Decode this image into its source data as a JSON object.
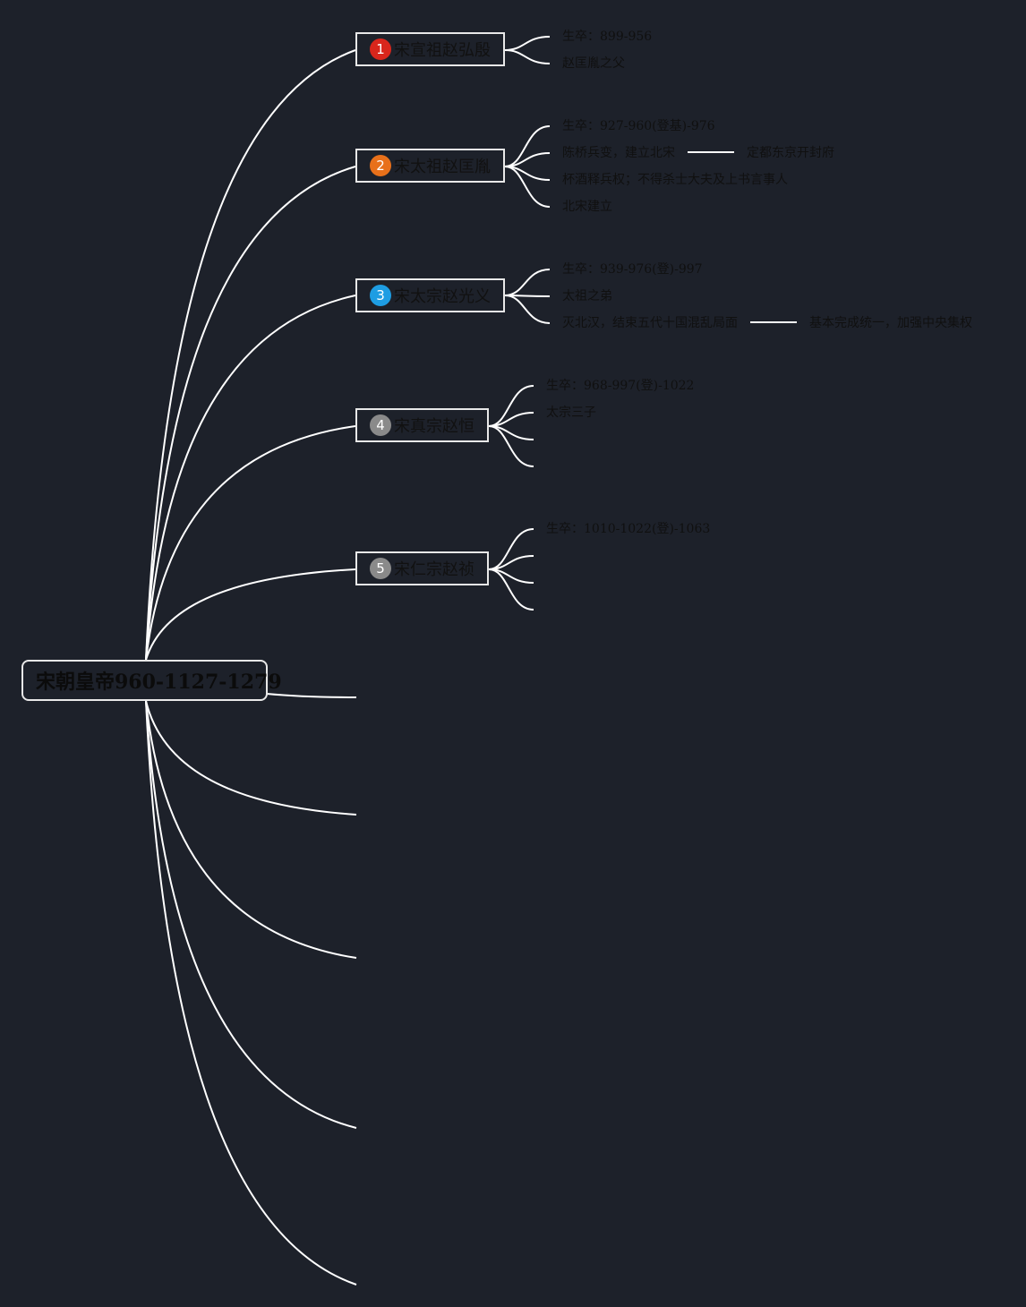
{
  "colors": {
    "background": "#1d212a",
    "lines": "#ffffff",
    "badge_1": "#d9261c",
    "badge_2": "#e8701a",
    "badge_3": "#1e9de3",
    "badge_4": "#8a8a8a",
    "badge_5": "#8a8a8a"
  },
  "root": {
    "title": "宋朝皇帝960-1127-1279"
  },
  "emperors": [
    {
      "number": "1",
      "name": "宋宣祖赵弘殷",
      "details": [
        "生卒：899-956",
        "赵匡胤之父"
      ]
    },
    {
      "number": "2",
      "name": "宋太祖赵匡胤",
      "details": [
        "生卒：927-960(登基)-976",
        "陈桥兵变，建立北宋",
        "杯酒释兵权；不得杀士大夫及上书言事人",
        "北宋建立"
      ],
      "sub_details": [
        "定都东京开封府"
      ]
    },
    {
      "number": "3",
      "name": "宋太宗赵光义",
      "details": [
        "生卒：939-976(登)-997",
        "太祖之弟",
        "灭北汉，结束五代十国混乱局面"
      ],
      "sub_details": [
        "基本完成统一，加强中央集权"
      ]
    },
    {
      "number": "4",
      "name": "宋真宗赵恒",
      "details": [
        "生卒：968-997(登)-1022",
        "太宗三子"
      ]
    },
    {
      "number": "5",
      "name": "宋仁宗赵祯",
      "details": [
        "生卒：1010-1022(登)-1063"
      ]
    }
  ]
}
